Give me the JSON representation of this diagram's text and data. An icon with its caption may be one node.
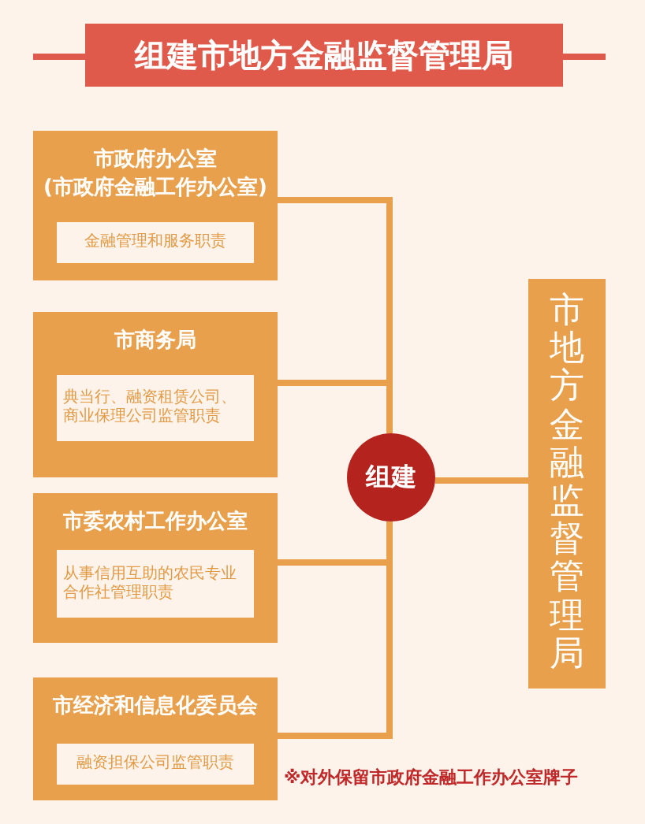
{
  "diagram": {
    "title": "组建市地方金融监督管理局",
    "nodes": [
      {
        "text": [
          "市政府办公室",
          "(市政府金融工作办公室)"
        ]
      },
      {
        "text": [
          "金融管理和服务职责"
        ],
        "in": 0
      },
      {
        "text": [
          "市商务局"
        ]
      },
      {
        "text": [
          "典当行、融资租赁公司、商业保理公司监管职责"
        ],
        "in": 2
      },
      {
        "text": [
          "市委农村工作办公室"
        ]
      },
      {
        "text": [
          "从事信用互助的农民专业合作社管理职责"
        ],
        "in": 4
      },
      {
        "text": [
          "市经济和信息化委员会"
        ]
      },
      {
        "text": [
          "融资担保公司监管职责"
        ],
        "in": 6
      },
      {
        "text": [
          "组建"
        ]
      },
      {
        "text": [
          "市地方金融监督管理局"
        ]
      }
    ],
    "edges": [
      {
        "from": 0,
        "to": 8,
        "arrow": "none"
      },
      {
        "from": 2,
        "to": 8,
        "arrow": "none"
      },
      {
        "from": 4,
        "to": 8,
        "arrow": "none"
      },
      {
        "from": 6,
        "to": 8,
        "arrow": "none"
      },
      {
        "from": 8,
        "to": 9,
        "arrow": "none"
      }
    ],
    "labels": [
      "※对外保留市政府金融工作办公室牌子"
    ]
  }
}
